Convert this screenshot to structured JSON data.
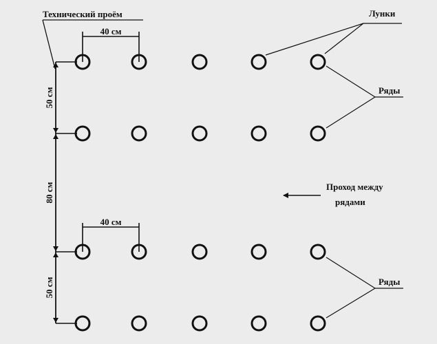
{
  "labels": {
    "technical_opening": "Технический проём",
    "holes": "Лунки",
    "rows_top": "Ряды",
    "rows_bottom": "Ряды",
    "passage_line1": "Проход между",
    "passage_line2": "рядами",
    "spacing_top": "40 см",
    "spacing_bottom": "40 см",
    "dist_top": "50 см",
    "dist_middle": "80 см",
    "dist_bottom": "50 см"
  },
  "grid": {
    "rows": 4,
    "columns": 5
  },
  "colors": {
    "background": "#ececec",
    "ink": "#111111"
  }
}
